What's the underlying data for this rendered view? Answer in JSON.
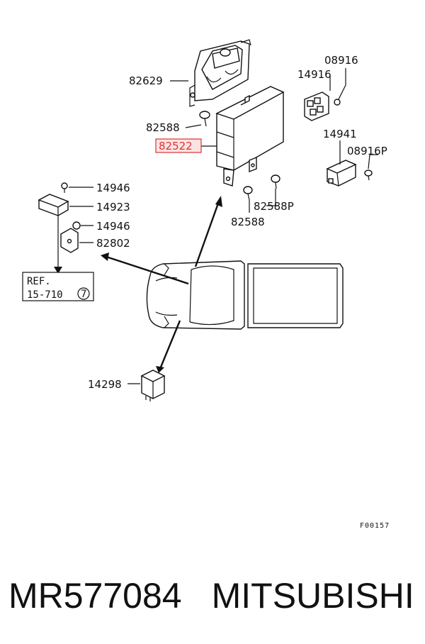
{
  "labels": {
    "p82629": "82629",
    "p82588_top": "82588",
    "p82522": "82522",
    "p08916": "08916",
    "p14916": "14916",
    "p14941": "14941",
    "p08916P": "08916P",
    "p82588P": "82588P",
    "p82588_bottom": "82588",
    "p14946_a": "14946",
    "p14923": "14923",
    "p14946_b": "14946",
    "p82802": "82802",
    "p14298": "14298"
  },
  "ref": {
    "line1": "REF.",
    "line2": "15-710",
    "circled": "7"
  },
  "figure_code": "F00157",
  "footer": {
    "part_number": "MR577084",
    "brand": "MITSUBISHI"
  },
  "colors": {
    "highlight": "#dd3333",
    "highlight_fill": "#fbe3e3",
    "ink": "#111111"
  }
}
